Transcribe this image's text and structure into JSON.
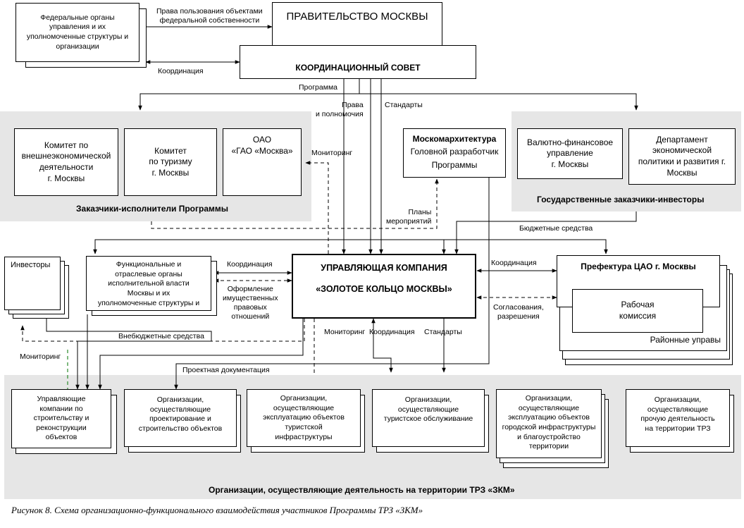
{
  "caption": "Рисунок 8. Схема организационно-функционального взаимодействия участников Программы ТРЗ «ЗКМ»",
  "top": {
    "federal": "Федеральные органы\nуправления и их\nуполномоченные структуры и\nорганизации",
    "government": "ПРАВИТЕЛЬСТВО МОСКВЫ",
    "council": "КООРДИНАЦИОННЫЙ СОВЕТ"
  },
  "customers_group": {
    "title": "Заказчики-исполнители Программы",
    "items": [
      "Комитет по\nвнешнеэкономической\nдеятельности\nг. Москвы",
      "Комитет\nпо туризму\nг. Москвы",
      "ОАО\n«ГАО «Москва»"
    ]
  },
  "moskomarch": {
    "title": "Москомархитектура",
    "text": "Головной разработчик\nПрограммы"
  },
  "state_group": {
    "title": "Государственные заказчики-инвесторы",
    "items": [
      "Валютно-финансовое\nуправление\nг. Москвы",
      "Департамент\nэкономической\nполитики и развития г.\nМосквы"
    ]
  },
  "middle": {
    "investors": "Инвесторы",
    "functional": "Функциональные и\nотраслевые органы\nисполнительной власти\nМосквы и их\nуполномоченные структуры и",
    "managing_line1": "УПРАВЛЯЮЩАЯ КОМПАНИЯ",
    "managing_line2": "«ЗОЛОТОЕ КОЛЬЦО МОСКВЫ»",
    "prefecture": "Префектура ЦАО г. Москвы",
    "commission": "Рабочая\nкомиссия",
    "district": "Районные управы"
  },
  "bottom_group": {
    "title": "Организации, осуществляющие деятельность на территории ТРЗ «ЗКМ»",
    "items": [
      "Управляющие\nкомпании по\nстроительству и\nреконструкции\nобъектов",
      "Организации,\nосуществляющие\nпроектирование и\nстроительство объектов",
      "Организации,\nосуществляющие\nэксплуатацию объектов\nтуристской\nинфраструктуры",
      "Организации,\nосуществляющие\nтуристское обслуживание",
      "Организации,\nосуществляющие\nэксплуатацию объектов\nгородской инфраструктуры\nи благоустройство\nтерритории",
      "Организации,\nосуществляющие\nпрочую деятельность\nна территории ТРЗ"
    ]
  },
  "labels": {
    "rights_federal": "Права пользования объектами\nфедеральной собственности",
    "coordination_top": "Координация",
    "program": "Программа",
    "rights": "Права\nи полномочия",
    "standards_top": "Стандарты",
    "monitoring_top": "Мониторинг",
    "plans": "Планы\nмероприятий",
    "budget": "Бюджетные средства",
    "coordination_left": "Координация",
    "registration": "Оформление\nимущественных\nправовых\nотношений",
    "coordination_right": "Координация",
    "approvals": "Согласования,\nразрешения",
    "extrabudget": "Внебюджетные средства",
    "monitoring_left": "Мониторинг",
    "monitoring_bottom": "Мониторинг",
    "coordination_bottom": "Координация",
    "standards_bottom": "Стандарты",
    "project_docs": "Проектная документация"
  }
}
